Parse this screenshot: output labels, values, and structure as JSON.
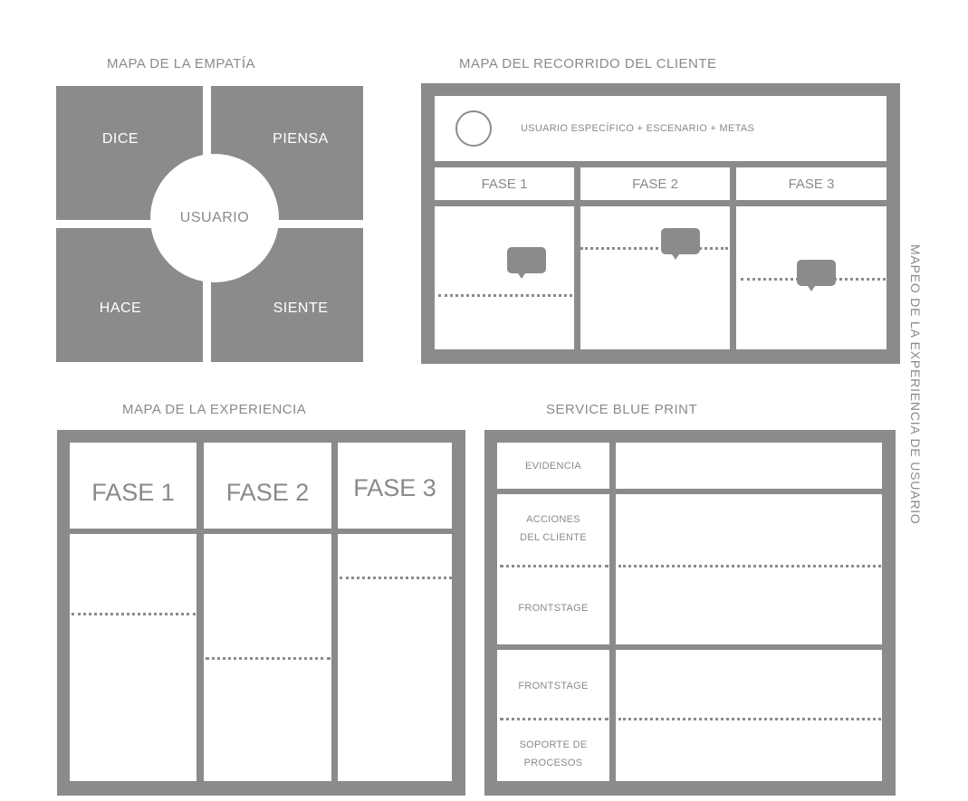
{
  "empathy_map": {
    "title": "MAPA DE LA EMPATÍA",
    "dice": "DICE",
    "piensa": "PIENSA",
    "hace": "HACE",
    "siente": "SIENTE",
    "usuario": "USUARIO"
  },
  "journey_map": {
    "title": "MAPA DEL RECORRIDO DEL CLIENTE",
    "header": "USUARIO ESPECÍFICO + ESCENARIO + METAS",
    "phases": [
      "FASE 1",
      "FASE 2",
      "FASE 3"
    ]
  },
  "experience_map": {
    "title": "MAPA DE LA EXPERIENCIA",
    "phases": [
      "FASE 1",
      "FASE 2",
      "FASE 3"
    ]
  },
  "blueprint": {
    "title": "SERVICE BLUE PRINT",
    "rows": [
      "EVIDENCIA",
      "ACCIONES\nDEL CLIENTE",
      "FRONTSTAGE",
      "FRONTSTAGE",
      "SOPORTE DE\nPROCESOS"
    ]
  },
  "side_label": "MAPEO DE LA EXPERIENCIA DE USUARIO",
  "colors": {
    "frame": "#8b8b8b",
    "text": "#8a8a8a",
    "background": "#ffffff"
  }
}
